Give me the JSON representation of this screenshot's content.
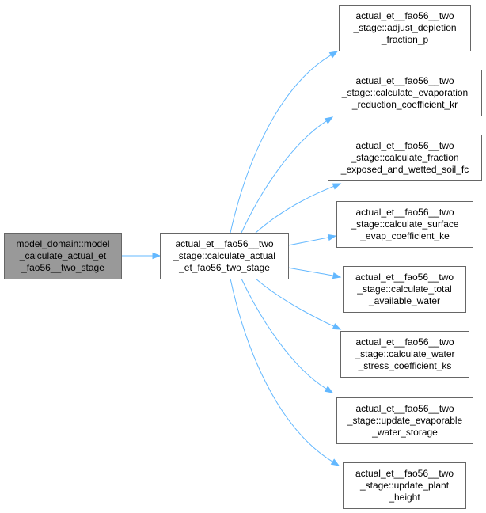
{
  "colors": {
    "root_fill": "#999999",
    "root_stroke": "#666666",
    "node_fill": "#ffffff",
    "node_stroke": "#666666",
    "edge": "#63b8ff",
    "text": "#000000"
  },
  "nodes": [
    {
      "id": "root",
      "lines": [
        "model_domain::model",
        "_calculate_actual_et",
        "_fao56__two_stage"
      ]
    },
    {
      "id": "caller",
      "lines": [
        "actual_et__fao56__two",
        "_stage::calculate_actual",
        "_et_fao56_two_stage"
      ]
    },
    {
      "id": "c1",
      "lines": [
        "actual_et__fao56__two",
        "_stage::adjust_depletion",
        "_fraction_p"
      ]
    },
    {
      "id": "c2",
      "lines": [
        "actual_et__fao56__two",
        "_stage::calculate_evaporation",
        "_reduction_coefficient_kr"
      ]
    },
    {
      "id": "c3",
      "lines": [
        "actual_et__fao56__two",
        "_stage::calculate_fraction",
        "_exposed_and_wetted_soil_fc"
      ]
    },
    {
      "id": "c4",
      "lines": [
        "actual_et__fao56__two",
        "_stage::calculate_surface",
        "_evap_coefficient_ke"
      ]
    },
    {
      "id": "c5",
      "lines": [
        "actual_et__fao56__two",
        "_stage::calculate_total",
        "_available_water"
      ]
    },
    {
      "id": "c6",
      "lines": [
        "actual_et__fao56__two",
        "_stage::calculate_water",
        "_stress_coefficient_ks"
      ]
    },
    {
      "id": "c7",
      "lines": [
        "actual_et__fao56__two",
        "_stage::update_evaporable",
        "_water_storage"
      ]
    },
    {
      "id": "c8",
      "lines": [
        "actual_et__fao56__two",
        "_stage::update_plant",
        "_height"
      ]
    }
  ],
  "edges": [
    {
      "from": "root",
      "to": "caller"
    },
    {
      "from": "caller",
      "to": "c1"
    },
    {
      "from": "caller",
      "to": "c2"
    },
    {
      "from": "caller",
      "to": "c3"
    },
    {
      "from": "caller",
      "to": "c4"
    },
    {
      "from": "caller",
      "to": "c5"
    },
    {
      "from": "caller",
      "to": "c6"
    },
    {
      "from": "caller",
      "to": "c7"
    },
    {
      "from": "caller",
      "to": "c8"
    }
  ]
}
